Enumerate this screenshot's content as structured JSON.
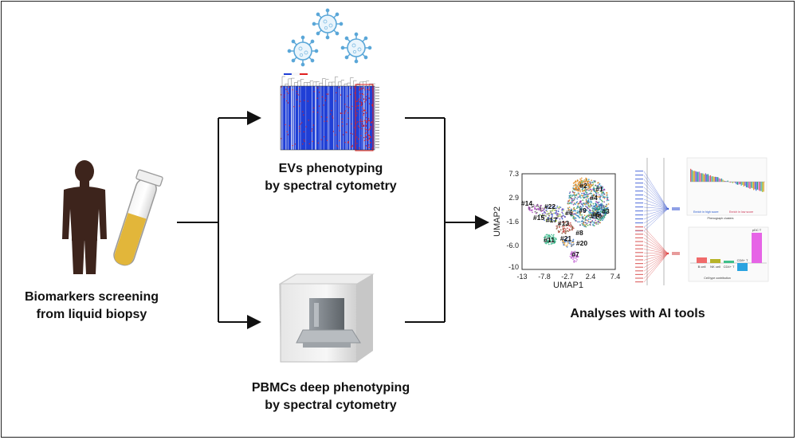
{
  "labels": {
    "source_line1": "Biomarkers screening",
    "source_line2": "from liquid biopsy",
    "ev_line1": "EVs phenotyping",
    "ev_line2": "by spectral cytometry",
    "pbmc_line1": "PBMCs deep phenotyping",
    "pbmc_line2": "by spectral cytometry",
    "ai": "Analyses with AI tools"
  },
  "umap": {
    "xlabel": "UMAP1",
    "ylabel": "UMAP2",
    "xticks": [
      "-13",
      "-7.8",
      "-2.7",
      "2.4",
      "7.4"
    ],
    "yticks": [
      "7.3",
      "2.9",
      "-1.6",
      "-6.0",
      "-10"
    ],
    "clusters": [
      "#2",
      "#1",
      "#9",
      "#22",
      "#14",
      "#15",
      "#17",
      "#11",
      "#10",
      "#3",
      "#8",
      "#5",
      "#6",
      "#13",
      "#21",
      "#20",
      "#7",
      "#4"
    ]
  },
  "side_chart": {
    "bar_labels": [
      "pDC T",
      "B cell",
      "NK cell",
      "CD8+ T",
      "CD4+ T"
    ],
    "xlabel_top": "Phenograph clusters",
    "xlabel_bottom": "Cell type contribution",
    "legend": [
      "Enrich in high score",
      "Enrich in low score"
    ]
  },
  "colors": {
    "stroke": "#111111",
    "silhouette": "#3d241c",
    "tube_liquid": "#e2b63a",
    "heat_blue": "#1f3fd6",
    "heat_red": "#e02020",
    "virus": "#5aa7d8"
  }
}
